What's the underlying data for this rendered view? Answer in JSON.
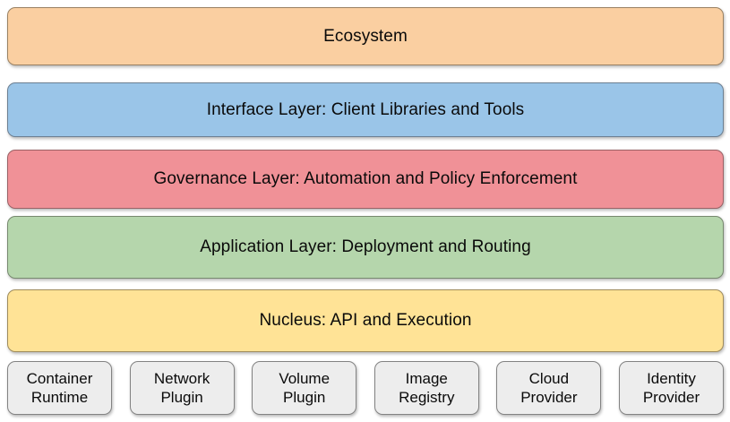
{
  "diagram": {
    "type": "layered-architecture-stack",
    "layers": [
      {
        "id": "ecosystem",
        "label": "Ecosystem",
        "color": "#facfa1",
        "border": "#9a8162"
      },
      {
        "id": "interface",
        "label": "Interface Layer: Client Libraries and Tools",
        "color": "#9ac5e8",
        "border": "#6c7f92"
      },
      {
        "id": "governance",
        "label": "Governance Layer: Automation and Policy Enforcement",
        "color": "#f09197",
        "border": "#9a6165"
      },
      {
        "id": "application",
        "label": "Application Layer: Deployment and Routing",
        "color": "#b5d6ac",
        "border": "#77896f"
      },
      {
        "id": "nucleus",
        "label": "Nucleus: API and Execution",
        "color": "#ffe396",
        "border": "#9f8c5c"
      }
    ],
    "components": [
      {
        "id": "container-runtime",
        "label": "Container\nRuntime"
      },
      {
        "id": "network-plugin",
        "label": "Network\nPlugin"
      },
      {
        "id": "volume-plugin",
        "label": "Volume\nPlugin"
      },
      {
        "id": "image-registry",
        "label": "Image\nRegistry"
      },
      {
        "id": "cloud-provider",
        "label": "Cloud\nProvider"
      },
      {
        "id": "identity-provider",
        "label": "Identity\nProvider"
      }
    ],
    "component_box_color": "#ededed",
    "component_box_border": "#838383",
    "background": "#ffffff"
  }
}
